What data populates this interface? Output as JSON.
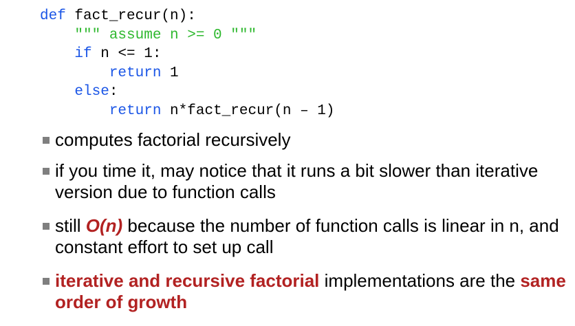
{
  "code": {
    "lines": [
      {
        "parts": [
          {
            "t": "def",
            "c": "kw"
          },
          {
            "t": " fact_recur(n):",
            "c": ""
          }
        ]
      },
      {
        "parts": [
          {
            "t": "    ",
            "c": ""
          },
          {
            "t": "\"\"\" assume n >= 0 \"\"\"",
            "c": "str"
          }
        ]
      },
      {
        "parts": [
          {
            "t": "    ",
            "c": ""
          },
          {
            "t": "if",
            "c": "kw"
          },
          {
            "t": " n <= 1:",
            "c": ""
          }
        ]
      },
      {
        "parts": [
          {
            "t": "        ",
            "c": ""
          },
          {
            "t": "return",
            "c": "kw"
          },
          {
            "t": " 1",
            "c": ""
          }
        ]
      },
      {
        "parts": [
          {
            "t": "    ",
            "c": ""
          },
          {
            "t": "else",
            "c": "kw"
          },
          {
            "t": ":",
            "c": ""
          }
        ]
      },
      {
        "parts": [
          {
            "t": "        ",
            "c": ""
          },
          {
            "t": "return",
            "c": "kw"
          },
          {
            "t": " n*fact_recur(n – 1)",
            "c": ""
          }
        ]
      }
    ]
  },
  "bullets": [
    {
      "parts": [
        {
          "t": "computes factorial recursively",
          "s": ""
        }
      ]
    },
    {
      "parts": [
        {
          "t": "if you time it, may notice that it runs a bit slower than iterative version due to function calls",
          "s": ""
        }
      ]
    },
    {
      "parts": [
        {
          "t": "still ",
          "s": ""
        },
        {
          "t": "O(n)",
          "s": "hl-it"
        },
        {
          "t": " because the number of function calls is linear in n, and constant effort to set up call",
          "s": ""
        }
      ]
    },
    {
      "parts": [
        {
          "t": "iterative and recursive factorial",
          "s": "hl"
        },
        {
          "t": " implementations are the ",
          "s": ""
        },
        {
          "t": "same order of growth",
          "s": "hl"
        }
      ]
    }
  ],
  "colors": {
    "keyword": "#1a55e6",
    "string": "#2eb82e",
    "highlight": "#b22222",
    "bullet_marker": "#7f7f7f"
  }
}
